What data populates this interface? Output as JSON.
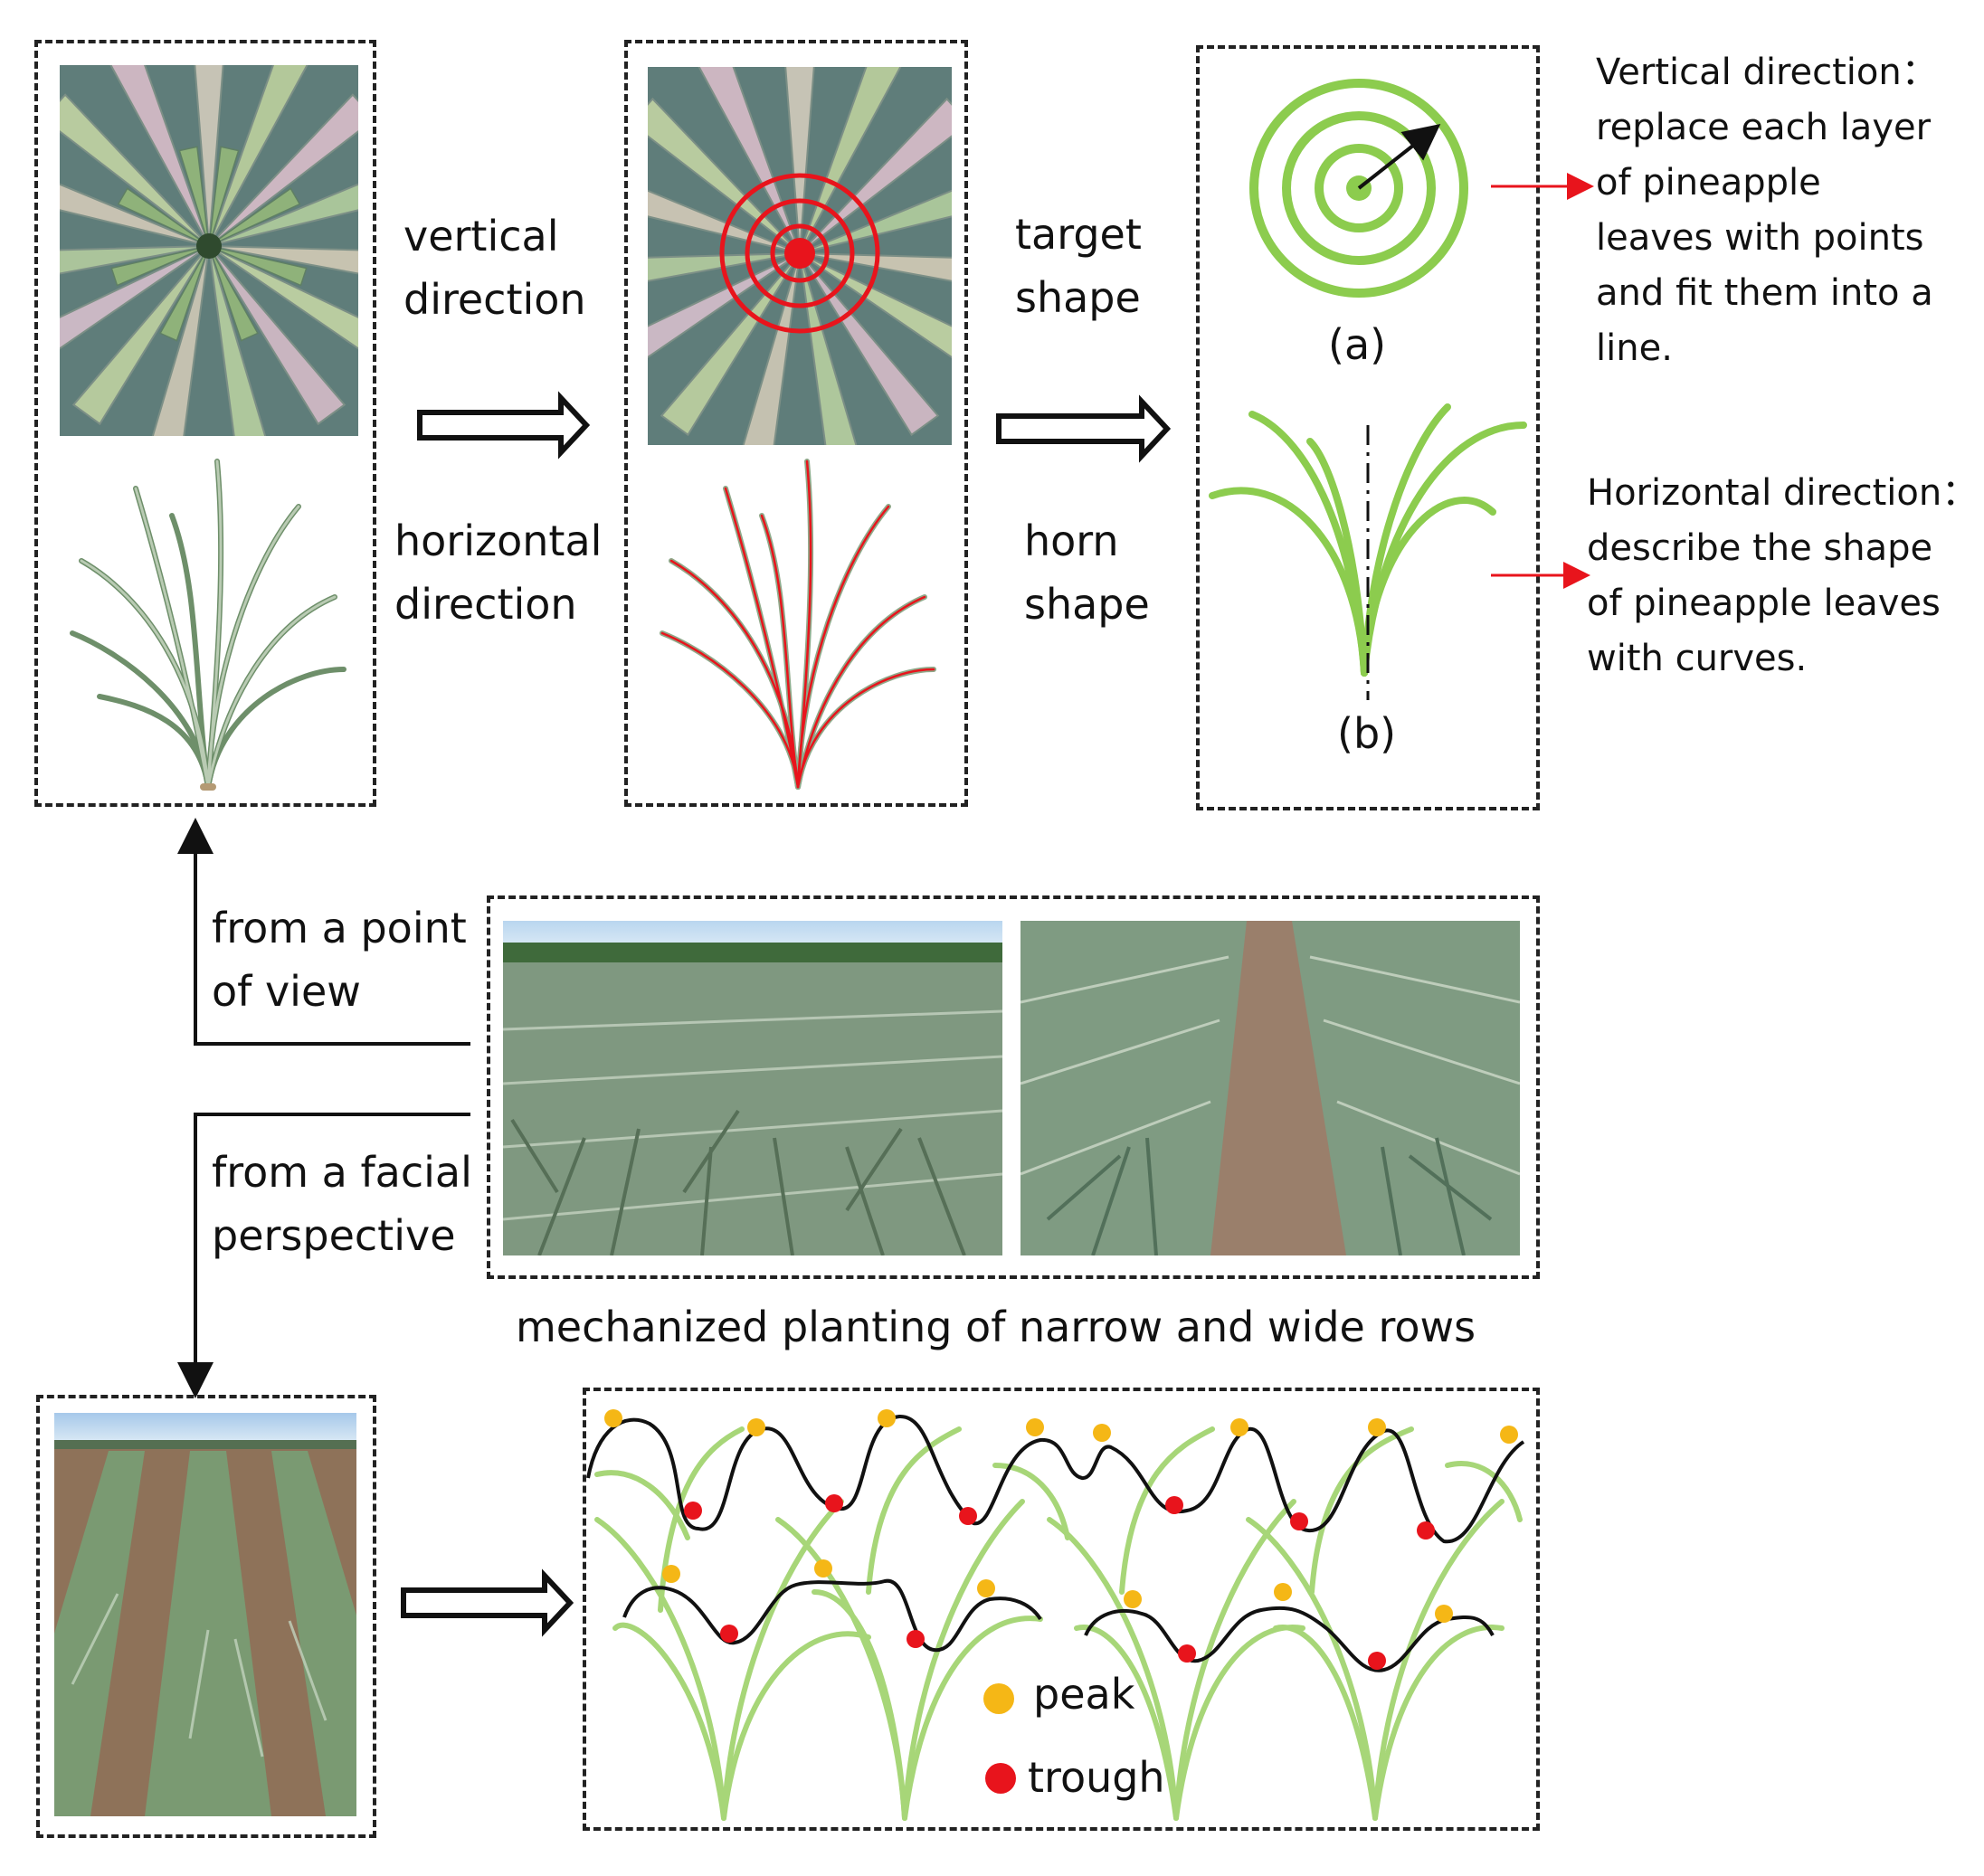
{
  "labels": {
    "vertical_1": "vertical",
    "vertical_2": "direction",
    "horizontal_1": "horizontal",
    "horizontal_2": "direction",
    "target_1": "target",
    "target_2": "shape",
    "horn_1": "horn",
    "horn_2": "shape",
    "diagram_a": "(a)",
    "diagram_b": "(b)",
    "point_view_1": "from a point",
    "point_view_2": "of view",
    "facial_1": "from a facial",
    "facial_2": "perspective",
    "mechanized": "mechanized planting of narrow and wide rows",
    "peak": "peak",
    "trough": "trough"
  },
  "notes": {
    "vertical": [
      "Vertical direction：",
      "replace each layer",
      "of pineapple",
      "leaves with points",
      "and fit them into a",
      "line."
    ],
    "horizontal": [
      "Horizontal direction：",
      "describe the shape",
      "of pineapple leaves",
      "with curves."
    ]
  },
  "colors": {
    "leaf_green": "#8ccc4e",
    "peak": "#f5b716",
    "trough": "#e8141c",
    "arrow_red": "#e8141c",
    "outline": "#222222"
  },
  "legend": {
    "peak_icon": "yellow-dot-icon",
    "trough_icon": "red-dot-icon"
  }
}
